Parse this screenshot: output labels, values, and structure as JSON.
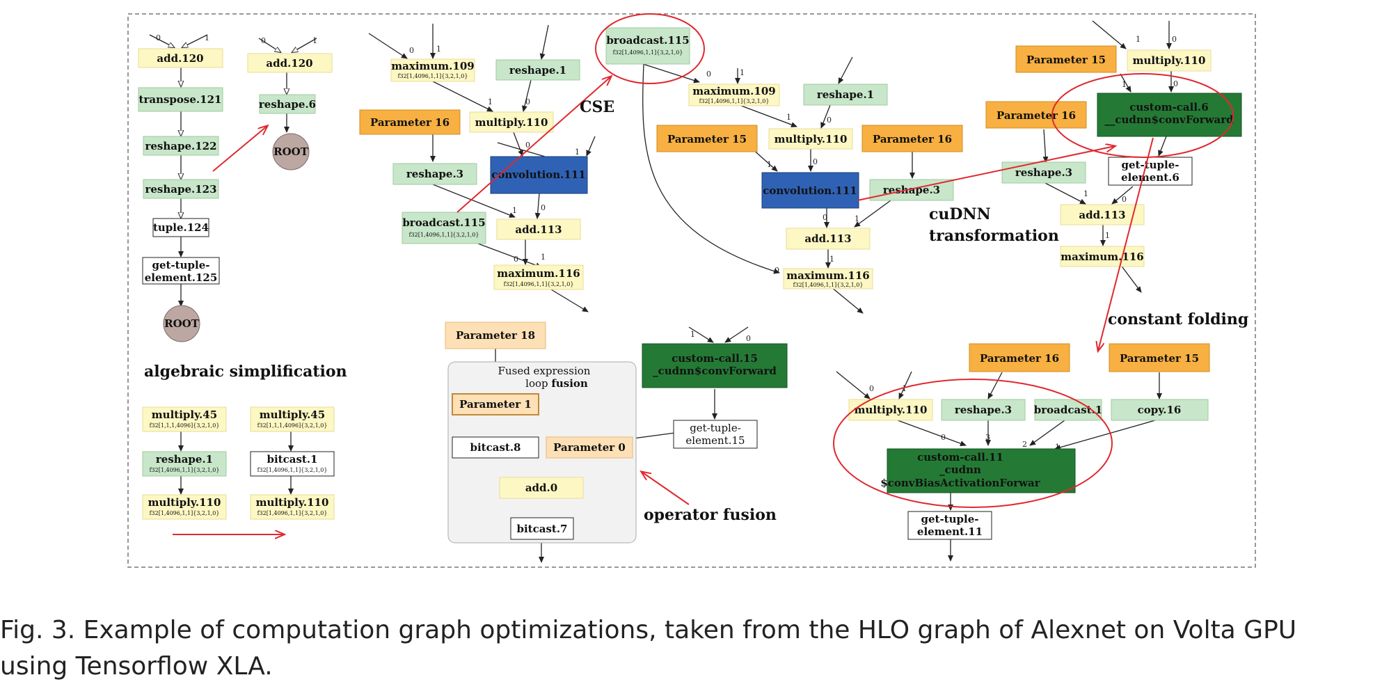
{
  "nodes": {
    "a_add120": "add.120",
    "a_transpose121": "transpose.121",
    "a_reshape122": "reshape.122",
    "a_reshape123": "reshape.123",
    "a_tuple124": "tuple.124",
    "a_gte125_l1": "get-tuple-",
    "a_gte125_l2": "element.125",
    "a_root1": "ROOT",
    "a_add120b": "add.120",
    "a_reshape6": "reshape.6",
    "a_root2": "ROOT",
    "b_multiply45": "multiply.45",
    "b_multiply45_shape": "f32[1,1,1,4096]{3,2,1,0}",
    "b_reshape1": "reshape.1",
    "b_reshape1_shape": "f32[1,4096,1,1]{3,2,1,0}",
    "b_multiply110": "multiply.110",
    "b_multiply110_shape": "f32[1,4096,1,1]{3,2,1,0}",
    "b_multiply45b": "multiply.45",
    "b_multiply45b_shape": "f32[1,1,1,4096]{3,2,1,0}",
    "b_bitcast1": "bitcast.1",
    "b_bitcast1_shape": "f32[1,4096,1,1]{3,2,1,0}",
    "b_multiply110b": "multiply.110",
    "b_multiply110b_shape": "f32[1,4096,1,1]{3,2,1,0}",
    "c_maximum109": "maximum.109",
    "c_maximum109_shape": "f32[1,4096,1,1]{3,2,1,0}",
    "c_reshape1": "reshape.1",
    "c_param16": "Parameter 16",
    "c_multiply110": "multiply.110",
    "c_reshape3": "reshape.3",
    "c_conv111": "convolution.111",
    "c_broadcast115": "broadcast.115",
    "c_broadcast115_shape": "f32[1,4096,1,1]{3,2,1,0}",
    "c_add113": "add.113",
    "c_maximum116": "maximum.116",
    "c_maximum116_shape": "f32[1,4096,1,1]{3,2,1,0}",
    "d_broadcast115": "broadcast.115",
    "d_broadcast115_shape": "f32[1,4096,1,1]{3,2,1,0}",
    "d_maximum109": "maximum.109",
    "d_maximum109_shape": "f32[1,4096,1,1]{3,2,1,0}",
    "d_reshape1": "reshape.1",
    "d_param15": "Parameter 15",
    "d_multiply110": "multiply.110",
    "d_param16": "Parameter 16",
    "d_conv111": "convolution.111",
    "d_reshape3": "reshape.3",
    "d_add113": "add.113",
    "d_maximum116": "maximum.116",
    "d_maximum116_shape": "f32[1,4096,1,1]{3,2,1,0}",
    "e_param18": "Parameter 18",
    "e_cluster_l1": "Fused expression",
    "e_cluster_l2a": "loop ",
    "e_cluster_l2b": "fusion",
    "e_param1": "Parameter 1",
    "e_bitcast8": "bitcast.8",
    "e_param0": "Parameter 0",
    "e_add0": "add.0",
    "e_bitcast7": "bitcast.7",
    "e_cc15_l1": "custom-call.15",
    "e_cc15_l2": "_cudnn$convForward",
    "e_gte15_l1": "get-tuple-",
    "e_gte15_l2": "element.15",
    "f_param15": "Parameter 15",
    "f_multiply110": "multiply.110",
    "f_param16": "Parameter 16",
    "f_cc6_l1": "custom-call.6",
    "f_cc6_l2": "__cudnn$convForward",
    "f_reshape3": "reshape.3",
    "f_gte6_l1": "get-tuple-",
    "f_gte6_l2": "element.6",
    "f_add113": "add.113",
    "f_maximum116": "maximum.116",
    "g_param16": "Parameter 16",
    "g_param15": "Parameter 15",
    "g_multiply110": "multiply.110",
    "g_reshape3": "reshape.3",
    "g_broadcast1": "broadcast.1",
    "g_copy16": "copy.16",
    "g_cc11_l1": "custom-call.11",
    "g_cc11_l2": "_cudnn",
    "g_cc11_l3": "$convBiasActivationForwar",
    "g_gte11_l1": "get-tuple-",
    "g_gte11_l2": "element.11"
  },
  "edge_labels": {
    "zero": "0",
    "one": "1",
    "two": "2",
    "three": "3"
  },
  "annotations": {
    "algebraic": "algebraic simplification",
    "cse": "CSE",
    "cudnn_l1": "cuDNN",
    "cudnn_l2": "transformation",
    "constant_folding": "constant folding",
    "operator_fusion": "operator fusion"
  },
  "caption": {
    "line1": "Fig. 3.  Example of computation graph optimizations, taken from the HLO graph of Alexnet on Volta GPU",
    "line2": "using Tensorflow XLA."
  },
  "colors": {
    "yellow_node": "#fdf7c3",
    "green_node": "#c8e6c9",
    "orange_param": "#f7b041",
    "light_orange_param": "#fde0b5",
    "blue_conv": "#2f62b5",
    "dark_green_custom": "#247a35",
    "root_circle": "#bca7a2",
    "red_annotation": "#e0282e",
    "cluster_fill": "#f1f2f1"
  }
}
